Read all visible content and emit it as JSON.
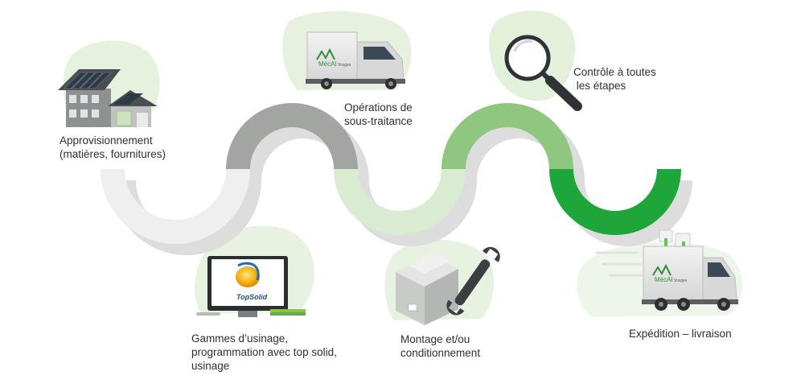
{
  "steps": [
    {
      "id": "approvisionnement",
      "lines": [
        "Approvisionnement",
        "(matières, fournitures)"
      ],
      "icon": "house-solar-icon"
    },
    {
      "id": "gammes",
      "lines": [
        "Gammes d’usinage,",
        "programmation avec top solid,",
        "usinage"
      ],
      "icon": "computer-topsolid-icon"
    },
    {
      "id": "sous-traitance",
      "lines": [
        "Opérations de",
        "sous-traitance"
      ],
      "icon": "truck-icon"
    },
    {
      "id": "montage",
      "lines": [
        "Montage et/ou",
        "conditionnement"
      ],
      "icon": "box-wrench-icon"
    },
    {
      "id": "controle",
      "lines": [
        "Contrôle à toutes",
        " les étapes"
      ],
      "icon": "magnifier-icon"
    },
    {
      "id": "expedition",
      "lines": [
        "Expédition – livraison"
      ],
      "icon": "delivery-truck-icon"
    }
  ],
  "brand": {
    "truck_logo": "MécAl",
    "truck_logo_sub": "Vosges",
    "software_logo": "TopSolid"
  },
  "colors": {
    "path_light": "#eeefee",
    "path_gray": "#a3a5a2",
    "path_pale_green": "#d9ebd0",
    "path_mid_green": "#8fc680",
    "path_green": "#1fa63a",
    "path_shadow": "#d8d9d8",
    "bubble": "#e3f0da"
  }
}
